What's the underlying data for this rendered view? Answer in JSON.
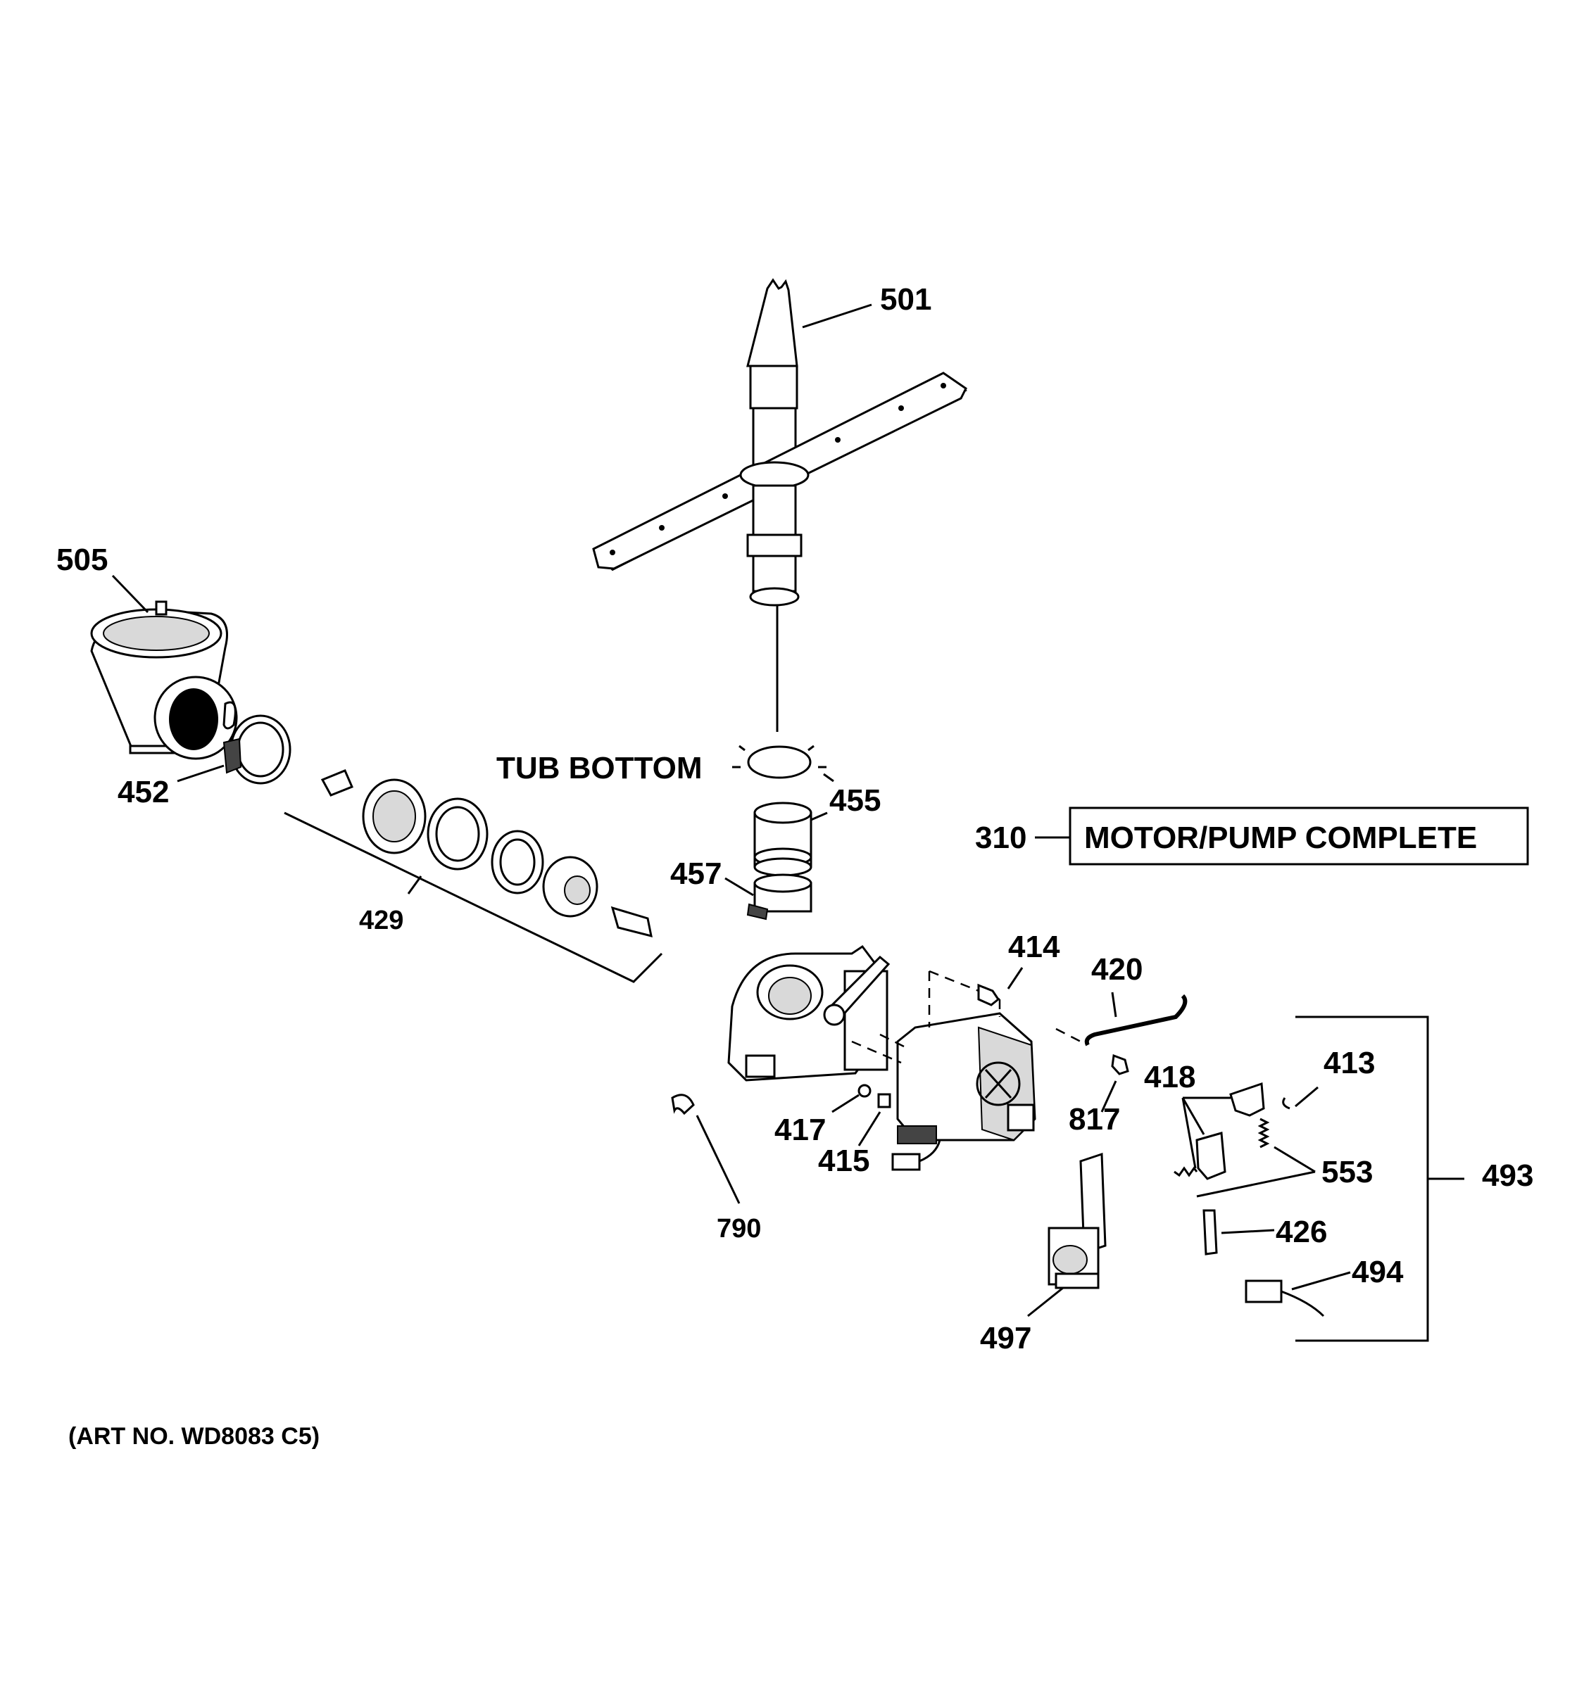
{
  "labels": {
    "p501": "501",
    "p505": "505",
    "p452": "452",
    "p429": "429",
    "tub_bottom": "TUB BOTTOM",
    "p455": "455",
    "p457": "457",
    "p310": "310",
    "motor_pump_complete": "MOTOR/PUMP COMPLETE",
    "p414": "414",
    "p420": "420",
    "p413": "413",
    "p418": "418",
    "p817": "817",
    "p417": "417",
    "p415": "415",
    "p553": "553",
    "p493": "493",
    "p426": "426",
    "p494": "494",
    "p790": "790",
    "p497": "497",
    "art_no": "(ART NO. WD8083 C5)"
  }
}
